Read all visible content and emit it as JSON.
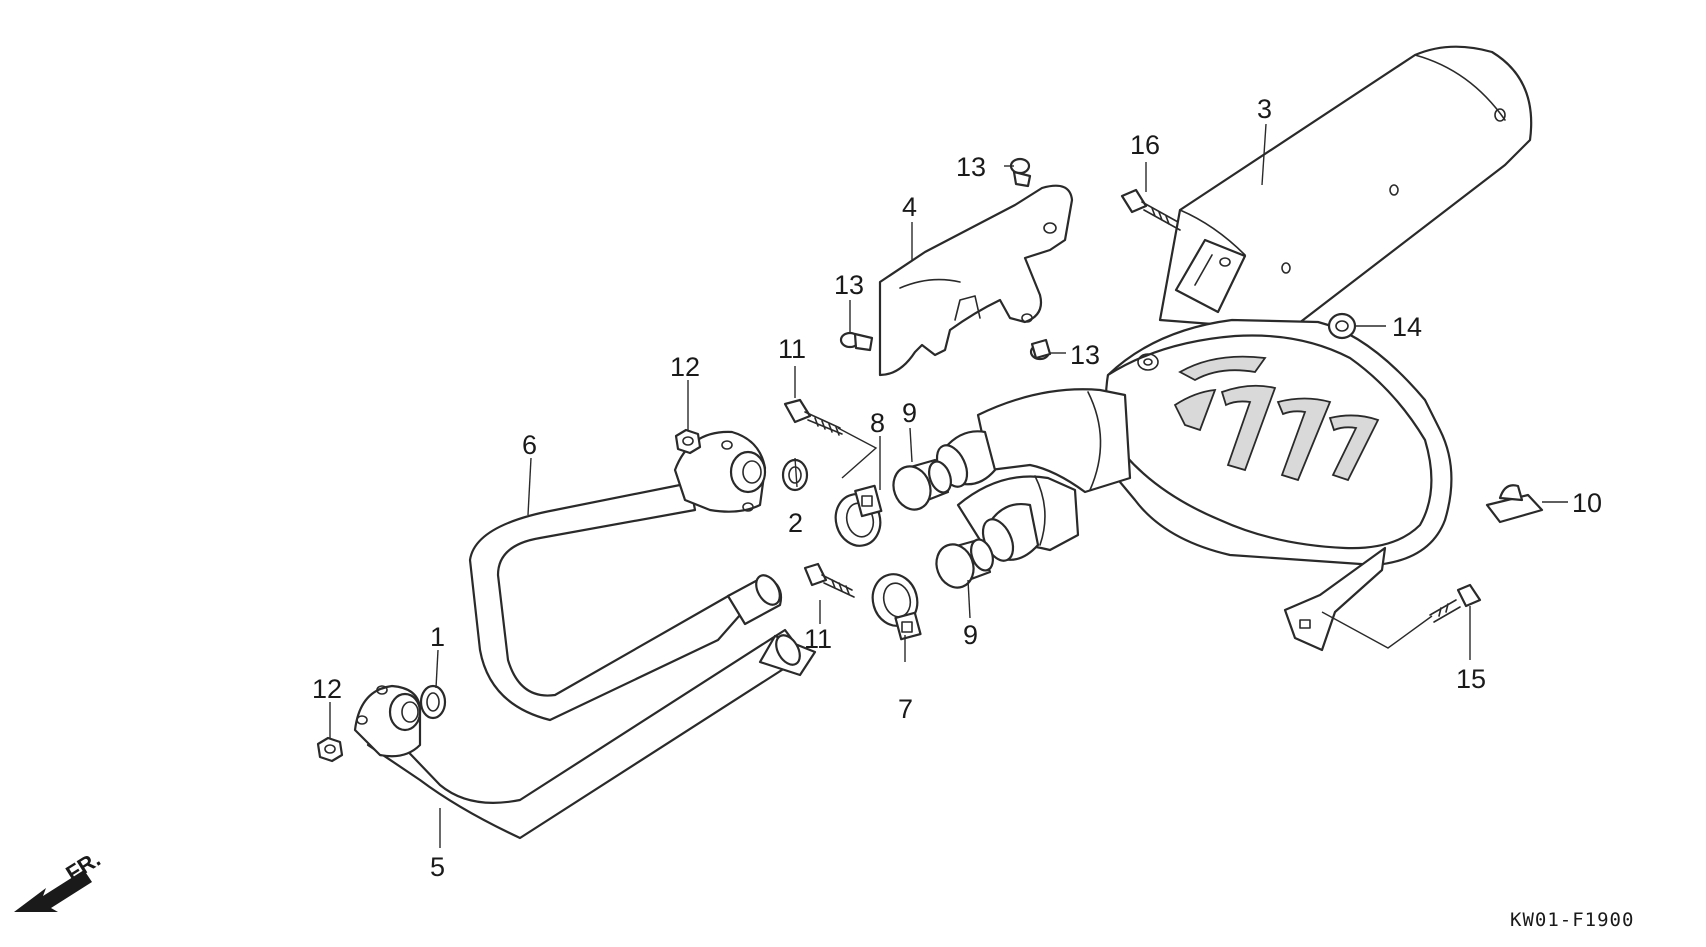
{
  "callouts": {
    "c1": "1",
    "c2": "2",
    "c3": "3",
    "c4": "4",
    "c5": "5",
    "c6": "6",
    "c7": "7",
    "c8": "8",
    "c9a": "9",
    "c9b": "9",
    "c10": "10",
    "c11a": "11",
    "c11b": "11",
    "c12a": "12",
    "c12b": "12",
    "c13a": "13",
    "c13b": "13",
    "c13c": "13",
    "c14": "14",
    "c15": "15",
    "c16": "16"
  },
  "direction": {
    "label": "FR."
  },
  "figure_code": "KW01-F1900",
  "colors": {
    "line": "#2a2a2a",
    "background": "#ffffff"
  }
}
